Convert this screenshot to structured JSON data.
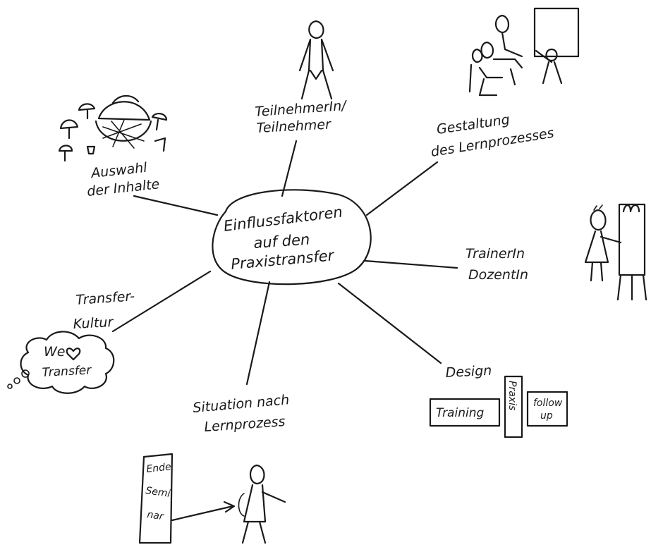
{
  "center": {
    "lines": [
      "Einflussfaktoren",
      "auf den",
      "Praxistransfer"
    ]
  },
  "branches": {
    "teilnehmer": [
      "TeilnehmerIn/",
      "Teilnehmer"
    ],
    "gestaltung": [
      "Gestaltung",
      "des Lernprozesses"
    ],
    "trainer": [
      "TrainerIn",
      "DozentIn"
    ],
    "design": {
      "title": "Design",
      "boxes": [
        "Training",
        "Praxis",
        "follow",
        "up"
      ]
    },
    "situation": {
      "lines": [
        "Situation nach",
        "Lernprozess"
      ],
      "sign": [
        "Ende",
        "Semi",
        "nar"
      ]
    },
    "transfer": {
      "lines": [
        "Transfer-",
        "Kultur"
      ],
      "bubble_text": [
        "We",
        "Transfer"
      ]
    },
    "auswahl": [
      "Auswahl",
      "der Inhalte"
    ]
  }
}
